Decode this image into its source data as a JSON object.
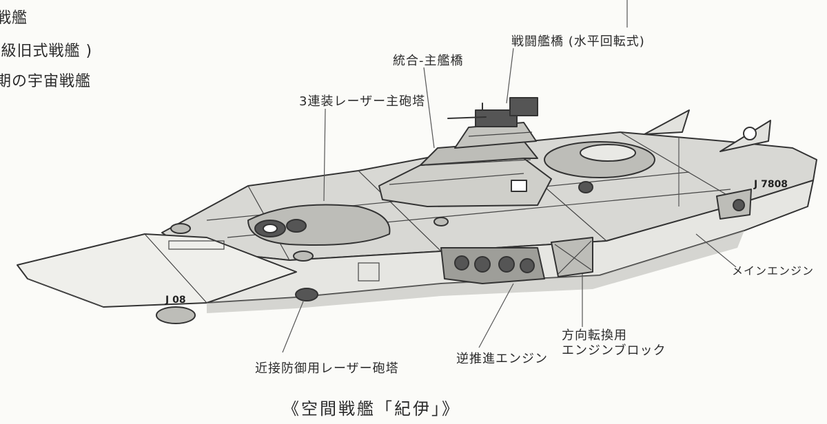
{
  "header_lines": [
    "戦艦",
    "J級旧式戦艦 )",
    "期の宇宙戦艦"
  ],
  "labels": {
    "bridge_rotating": "戦闘艦橋 (水平回転式)",
    "main_bridge": "統合-主艦橋",
    "triple_laser": "3連装レーザー主砲塔",
    "main_engine": "メインエンジン",
    "direction_engine_line1": "方向転換用",
    "direction_engine_line2": "エンジンブロック",
    "reverse_engine": "逆推進エンジン",
    "close_defense": "近接防御用レーザー砲塔"
  },
  "hull_markings": {
    "bow": "J 08",
    "stern": "J 7808"
  },
  "caption": "《空間戦艦「紀伊」》"
}
